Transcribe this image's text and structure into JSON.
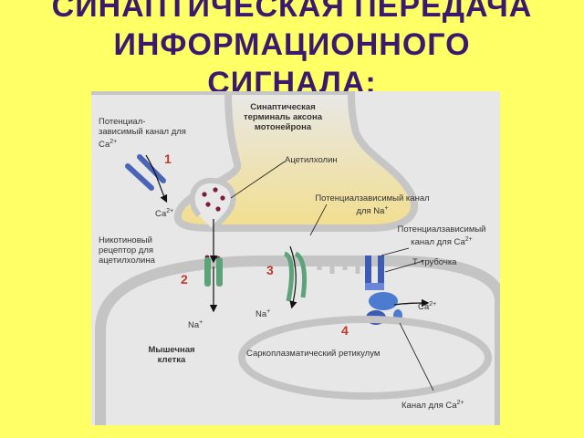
{
  "title": {
    "line1": "СИНАПТИЧЕСКАЯ ПЕРЕДАЧА",
    "line2": "ИНФОРМАЦИОННОГО",
    "line3": "СИГНАЛА:"
  },
  "diagram": {
    "terminal_label": "Синаптическая терминаль аксона мотонейрона",
    "vgcc_top_label": "Потенциал-зависимый канал для Са",
    "ca_superscript": "2+",
    "acetylcholine": "Ацетилхолин",
    "ca_inside": "Са",
    "nicotinic_receptor": "Никотиновый рецептор для ацетилхолина",
    "vg_na_channel": "Потенциалзависимый канал для Na",
    "na_plus": "+",
    "vg_ca_channel": "Потенциалзависимый канал для Са",
    "t_tubule": "Т-трубочка",
    "na_left": "Na",
    "na_right": "Na",
    "ca_right": "Са",
    "sr": "Саркоплазматический ретикулум",
    "muscle_cell": "Мышечная клетка",
    "ca_channel_bottom": "Канал для Са",
    "steps": [
      "1",
      "2",
      "3",
      "4"
    ],
    "colors": {
      "terminal": "#F2DE8E",
      "membrane": "#C9C9C9",
      "vesicle": "#7A1E3A",
      "channel_blue": "#3D5BB5",
      "channel_green": "#5DA37A",
      "step_number": "#C0392B"
    }
  }
}
